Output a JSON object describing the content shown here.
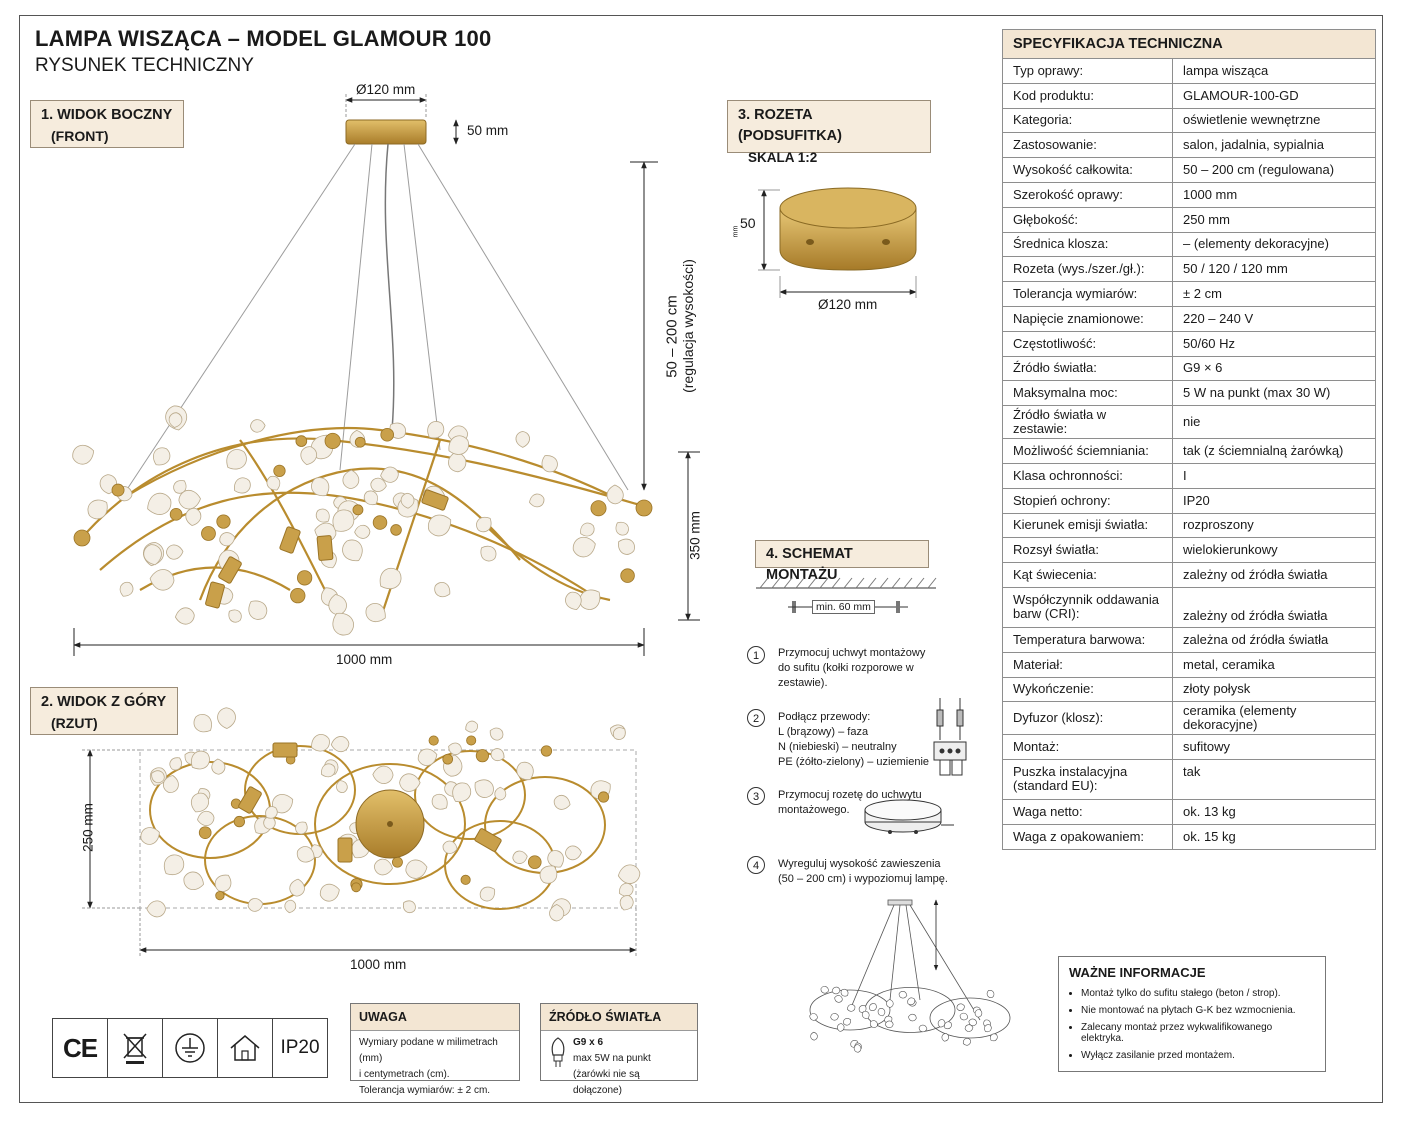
{
  "header": {
    "title": "LAMPA WISZĄCA – MODEL GLAMOUR 100",
    "subtitle": "RYSUNEK TECHNICZNY"
  },
  "view_side": {
    "label_line1": "1. WIDOK BOCZNY",
    "label_line2": "(FRONT)",
    "canopy_diameter": "Ø120 mm",
    "canopy_height": "50 mm",
    "suspension_height": "50 – 200 cm",
    "suspension_note": "(regulacja wysokości)",
    "body_height": "350 mm",
    "width": "1000 mm"
  },
  "view_top": {
    "label_line1": "2. WIDOK Z GÓRY",
    "label_line2": "(RZUT)",
    "depth": "250 mm",
    "width": "1000 mm"
  },
  "rosette": {
    "label_line1": "3. ROZETA (PODSUFITKA)",
    "label_line2": "SKALA 1:2",
    "height": "50",
    "height_unit": "mm",
    "diameter": "Ø120 mm"
  },
  "mounting": {
    "label": "4. SCHEMAT MONTAŻU",
    "min_distance": "min. 60 mm",
    "steps": [
      {
        "n": "1",
        "text": "Przymocuj uchwyt montażowy do sufitu (kołki rozporowe w zestawie)."
      },
      {
        "n": "2",
        "line1": "Podłącz przewody:",
        "line2": "L (brązowy) – faza",
        "line3": "N (niebieski) – neutralny",
        "line4": "PE (żółto-zielony) – uziemienie"
      },
      {
        "n": "3",
        "text": "Przymocuj rozetę do uchwytu montażowego."
      },
      {
        "n": "4",
        "text": "Wyreguluj wysokość zawieszenia (50 – 200 cm) i wypoziomuj lampę."
      }
    ]
  },
  "spec": {
    "title": "SPECYFIKACJA TECHNICZNA",
    "rows": [
      {
        "k": "Typ oprawy:",
        "v": "lampa wisząca"
      },
      {
        "k": "Kod produktu:",
        "v": "GLAMOUR-100-GD"
      },
      {
        "k": "Kategoria:",
        "v": "oświetlenie wewnętrzne"
      },
      {
        "k": "Zastosowanie:",
        "v": "salon, jadalnia, sypialnia"
      },
      {
        "k": "Wysokość całkowita:",
        "v": "50 – 200 cm (regulowana)"
      },
      {
        "k": "Szerokość oprawy:",
        "v": "1000 mm"
      },
      {
        "k": "Głębokość:",
        "v": "250 mm"
      },
      {
        "k": "Średnica klosza:",
        "v": "– (elementy dekoracyjne)"
      },
      {
        "k": "Rozeta (wys./szer./gł.):",
        "v": "50 / 120 / 120 mm"
      },
      {
        "k": "Tolerancja wymiarów:",
        "v": "± 2 cm"
      },
      {
        "k": "Napięcie znamionowe:",
        "v": "220 – 240 V"
      },
      {
        "k": "Częstotliwość:",
        "v": "50/60 Hz"
      },
      {
        "k": "Źródło światła:",
        "v": "G9 × 6"
      },
      {
        "k": "Maksymalna moc:",
        "v": "5 W na punkt (max 30 W)"
      },
      {
        "k": "Źródło światła w zestawie:",
        "v": "nie"
      },
      {
        "k": "Możliwość ściemniania:",
        "v": "tak (z ściemnialną żarówką)"
      },
      {
        "k": "Klasa ochronności:",
        "v": "I"
      },
      {
        "k": "Stopień ochrony:",
        "v": "IP20"
      },
      {
        "k": "Kierunek emisji światła:",
        "v": "rozproszony"
      },
      {
        "k": "Rozsył światła:",
        "v": "wielokierunkowy"
      },
      {
        "k": "Kąt świecenia:",
        "v": "zależny od źródła światła"
      },
      {
        "k": "Współczynnik oddawania barw (CRI):",
        "v": "zależny od źródła światła",
        "tall": true
      },
      {
        "k": "Temperatura barwowa:",
        "v": "zależna od źródła światła"
      },
      {
        "k": "Materiał:",
        "v": "metal, ceramika"
      },
      {
        "k": "Wykończenie:",
        "v": "złoty połysk"
      },
      {
        "k": "Dyfuzor (klosz):",
        "v": "ceramika (elementy dekoracyjne)"
      },
      {
        "k": "Montaż:",
        "v": "sufitowy"
      },
      {
        "k": "Puszka instalacyjna (standard EU):",
        "v": "tak",
        "tall2": true
      },
      {
        "k": "Waga netto:",
        "v": "ok. 13 kg"
      },
      {
        "k": "Waga z opakowaniem:",
        "v": "ok. 15 kg"
      }
    ]
  },
  "certs": {
    "ce": "CE",
    "ip": "IP20",
    "icons": [
      "ce-mark-icon",
      "weee-bin-icon",
      "ground-icon",
      "indoor-house-icon"
    ]
  },
  "note": {
    "title": "UWAGA",
    "line1": "Wymiary podane w milimetrach (mm)",
    "line2": "i centymetrach (cm).",
    "line3": "Tolerancja wymiarów: ± 2 cm."
  },
  "light_source": {
    "title": "ŹRÓDŁO ŚWIATŁA",
    "line1": "G9 x 6",
    "line2": "max 5W na punkt",
    "line3": "(żarówki nie są dołączone)"
  },
  "important": {
    "title": "WAŻNE INFORMACJE",
    "items": [
      "Montaż tylko do sufitu stałego (beton / strop).",
      "Nie montować na płytach G-K bez wzmocnienia.",
      "Zalecany montaż przez wykwalifikowanego elektryka.",
      "Wyłącz zasilanie przed montażem."
    ]
  },
  "colors": {
    "gold": "#c9a04a",
    "gold_dark": "#9b7426",
    "section_bg": "#f6ecdd",
    "leaf": "#f4efe6"
  }
}
